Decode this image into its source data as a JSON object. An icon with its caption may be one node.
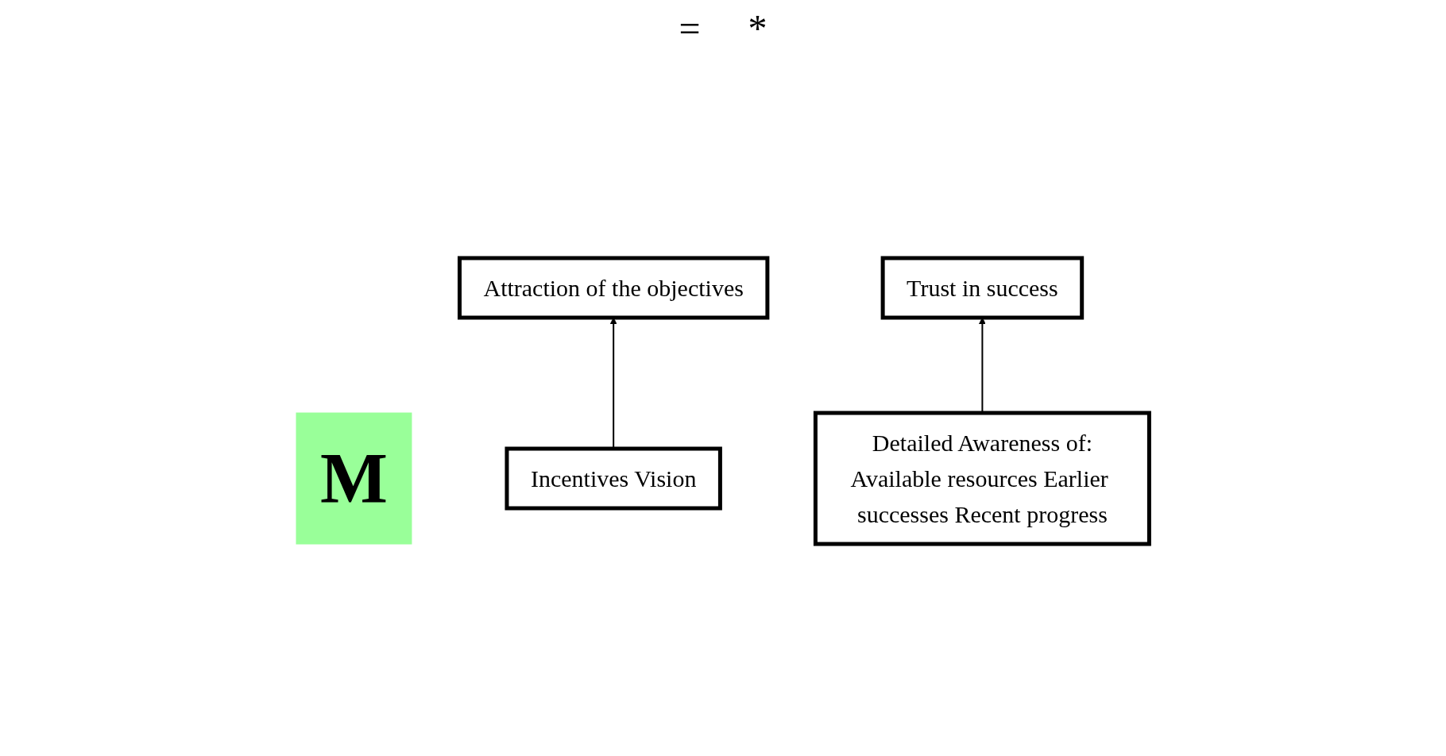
{
  "diagram": {
    "nodes": [
      {
        "text": [
          "M"
        ]
      },
      {
        "text": [
          "Attraction of the objectives"
        ]
      },
      {
        "text": [
          "Trust in success"
        ]
      },
      {
        "text": [
          "Incentives Vision"
        ]
      },
      {
        "text": [
          "Detailed Awareness of:",
          "Available resources Earlier successes Recent progress"
        ]
      }
    ],
    "edges": [
      {
        "from": 3,
        "to": 1,
        "arrow": "to"
      },
      {
        "from": 4,
        "to": 2,
        "arrow": "to"
      }
    ],
    "labels": [
      "=",
      "*"
    ]
  }
}
